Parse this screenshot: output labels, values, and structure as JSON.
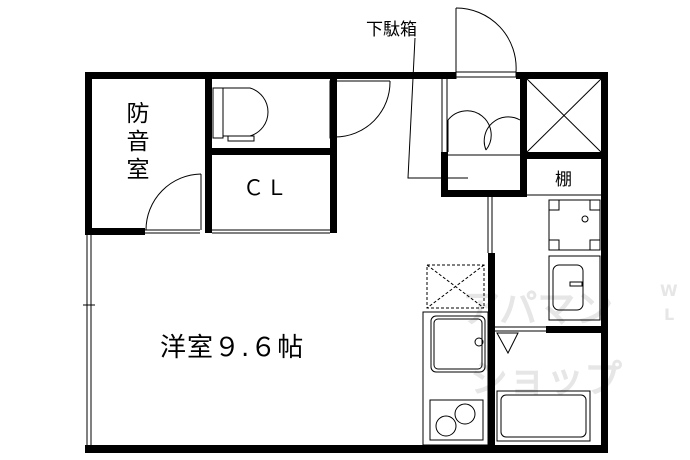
{
  "rooms": {
    "soundproof_room": "防\n音\n室",
    "closet": "ＣＬ",
    "main_room": "洋室９.６帖",
    "shelf": "棚",
    "shoe_box": "下駄箱"
  },
  "watermark": {
    "text": "アパマンショップ",
    "small": "WL"
  },
  "colors": {
    "wall": "#000000",
    "line": "#000000",
    "watermark": "#e4e4e4"
  }
}
